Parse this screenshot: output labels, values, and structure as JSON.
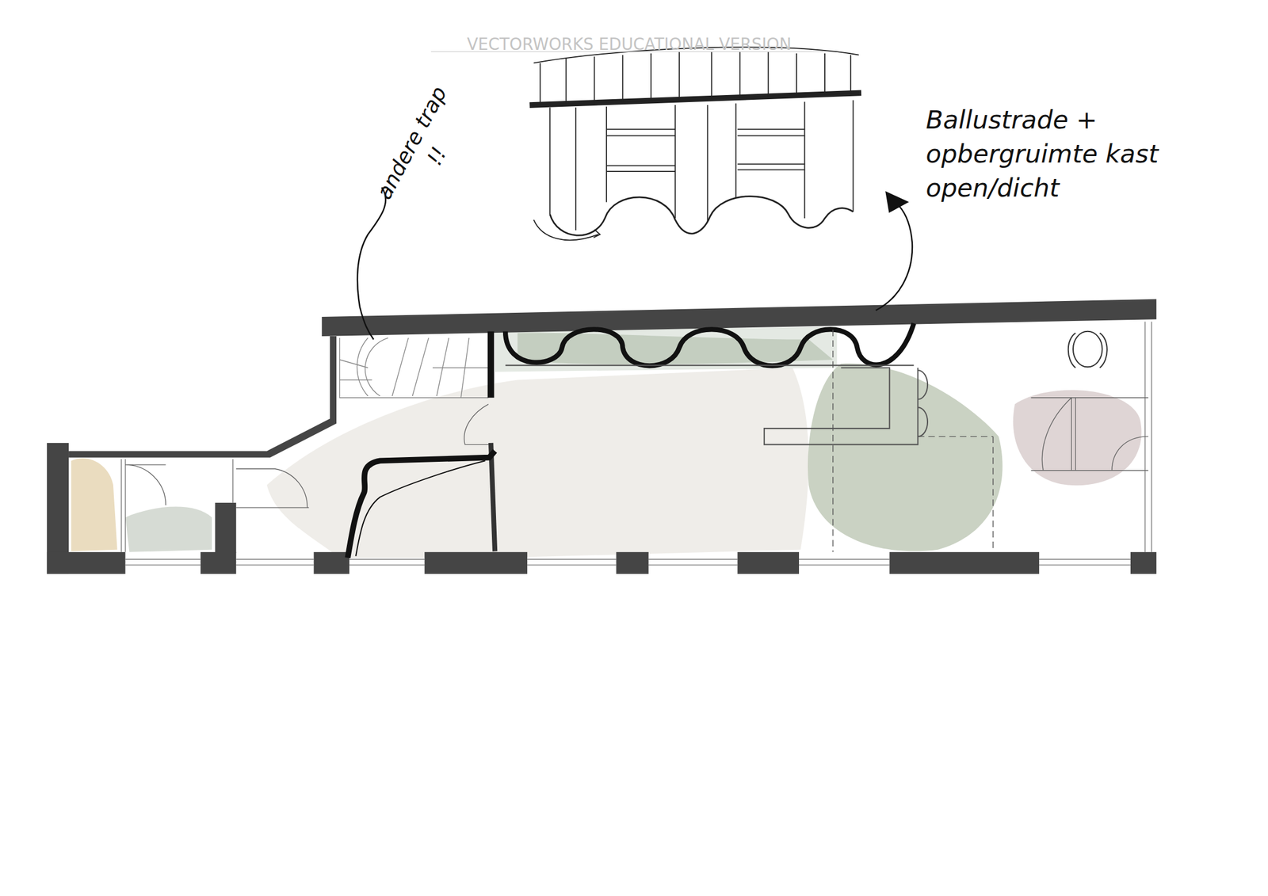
{
  "diagram": {
    "labels": [
      "VECTORWORKS EDUCATIONAL VERSION",
      "andere trap !!",
      "Ballustrade + opbergruimte kast open/dicht"
    ]
  }
}
